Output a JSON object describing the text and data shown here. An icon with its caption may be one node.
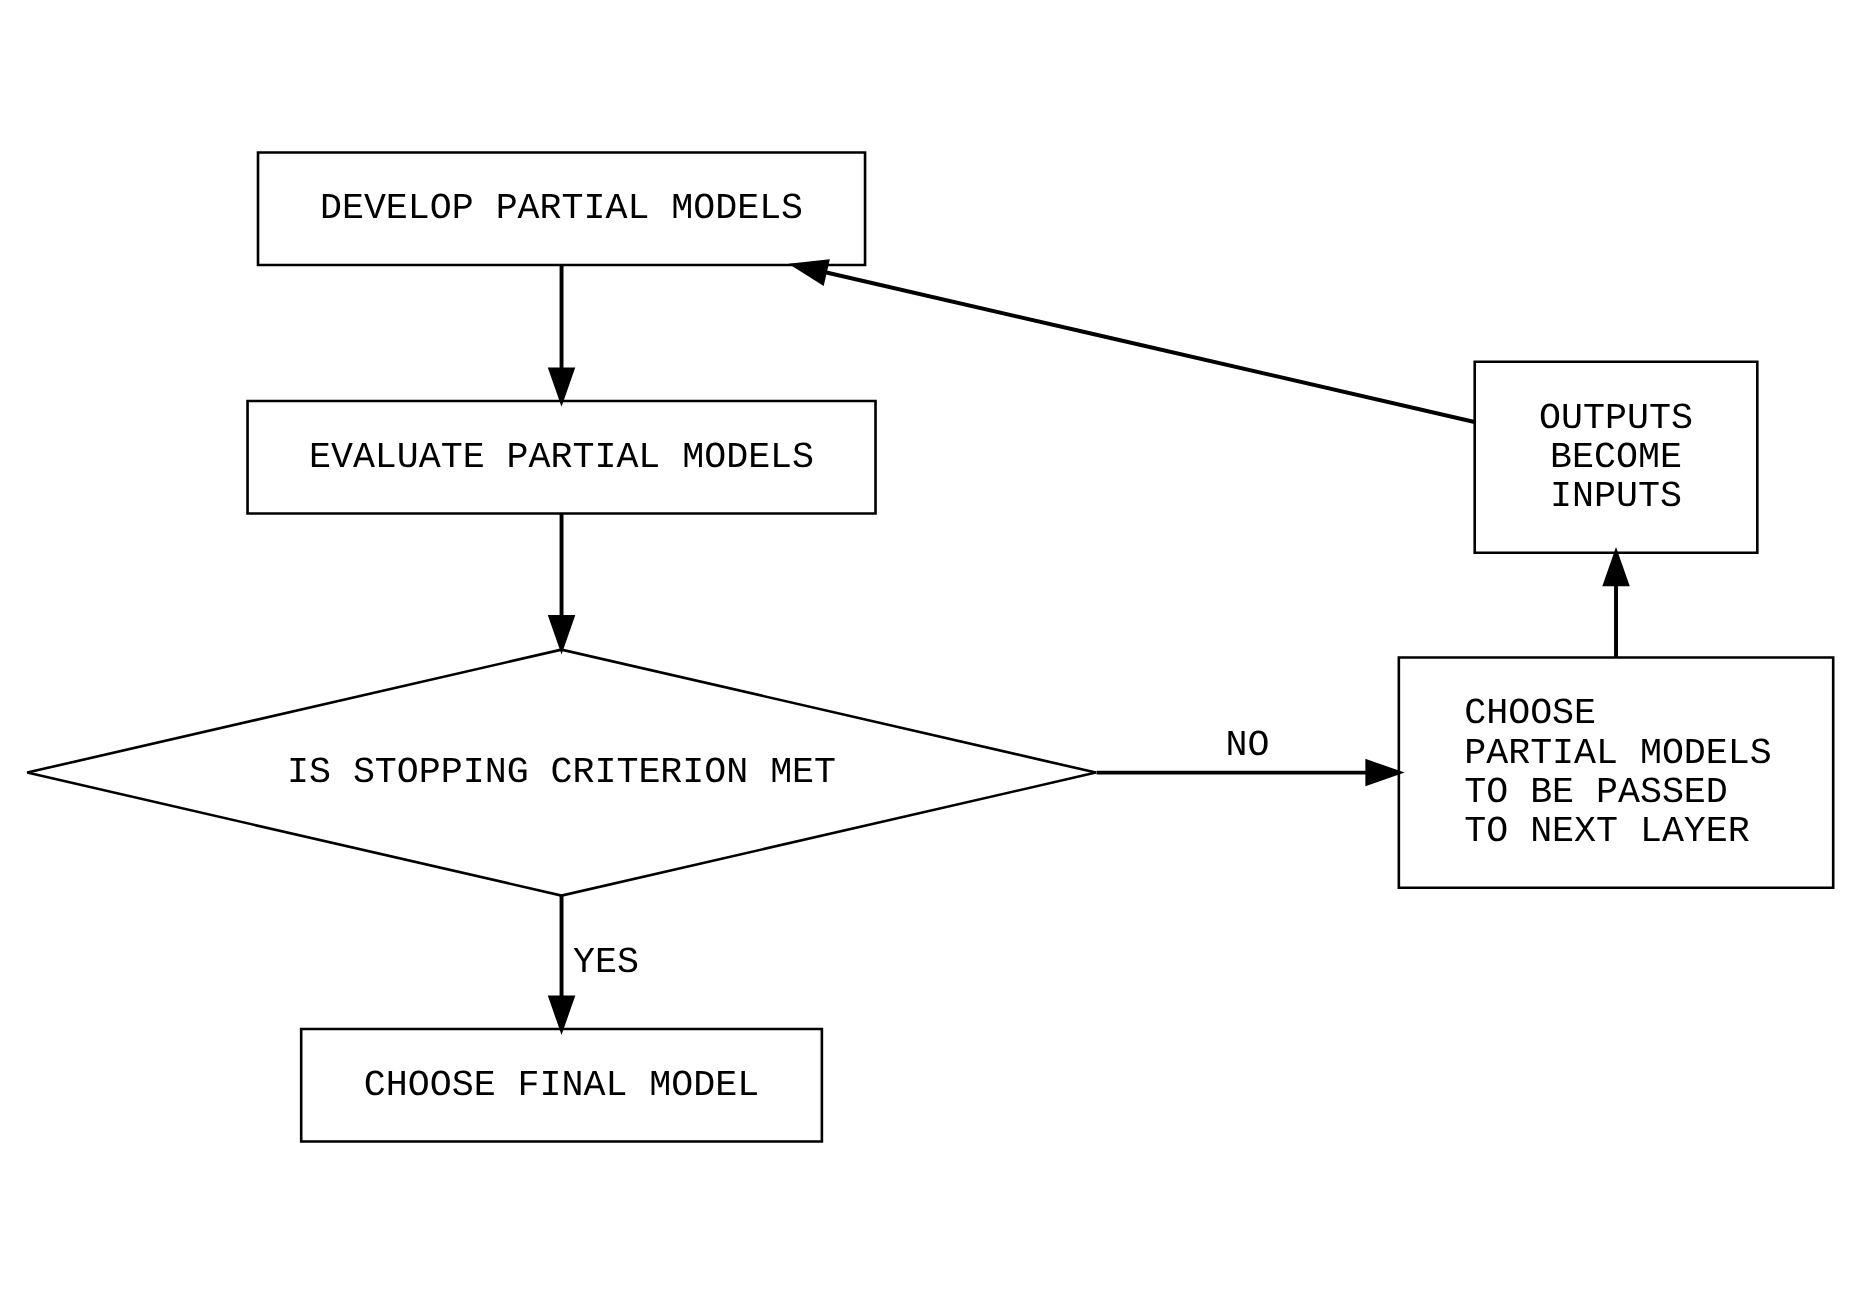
{
  "diagram": {
    "nodes": [
      {
        "text": [
          "DEVELOP PARTIAL MODELS"
        ]
      },
      {
        "text": [
          "EVALUATE PARTIAL MODELS"
        ]
      },
      {
        "text": [
          "IS STOPPING CRITERION MET"
        ]
      },
      {
        "text": [
          "CHOOSE PARTIAL MODELS TO BE PASSED TO NEXT LAYER"
        ]
      },
      {
        "text": [
          "OUTPUTS BECOME INPUTS"
        ]
      },
      {
        "text": [
          "CHOOSE FINAL MODEL"
        ]
      }
    ],
    "edges": [
      {
        "from": 0,
        "to": 1,
        "arrow": "to"
      },
      {
        "from": 1,
        "to": 2,
        "arrow": "to"
      },
      {
        "from": 2,
        "to": 3,
        "arrow": "to",
        "label": "NO"
      },
      {
        "from": 3,
        "to": 4,
        "arrow": "to"
      },
      {
        "from": 4,
        "to": 0,
        "arrow": "to"
      },
      {
        "from": 2,
        "to": 5,
        "arrow": "to",
        "label": "YES"
      }
    ]
  }
}
